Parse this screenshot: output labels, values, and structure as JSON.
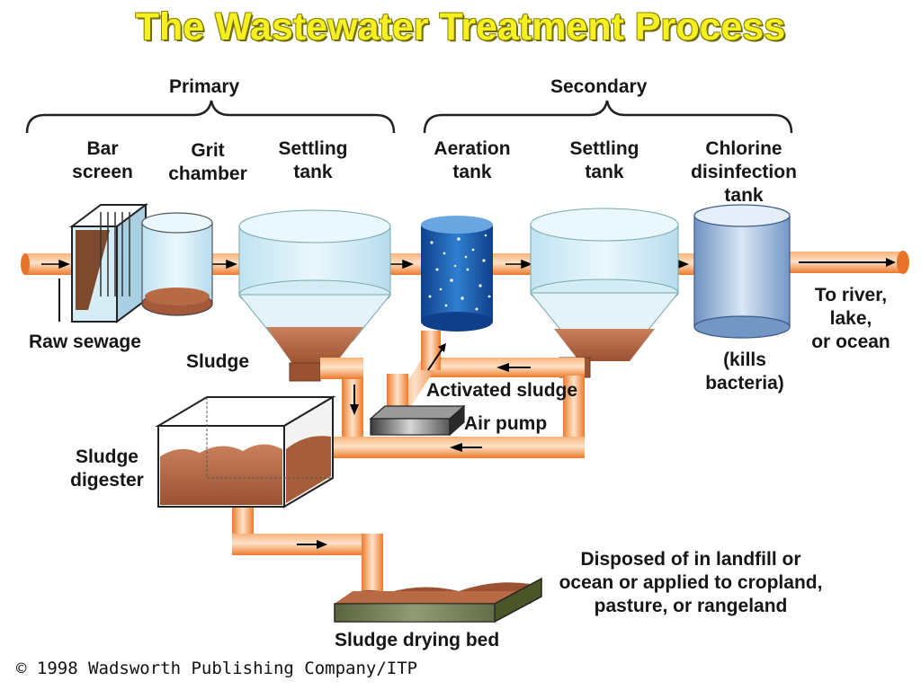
{
  "title": "The Wastewater Treatment Process",
  "groups": {
    "primary": "Primary",
    "secondary": "Secondary"
  },
  "stages": {
    "bar_screen": [
      "Bar",
      "screen"
    ],
    "grit_chamber": [
      "Grit",
      "chamber"
    ],
    "settling_tank_1": [
      "Settling",
      "tank"
    ],
    "aeration_tank": [
      "Aeration",
      "tank"
    ],
    "settling_tank_2": [
      "Settling",
      "tank"
    ],
    "chlorine_tank": [
      "Chlorine",
      "disinfection",
      "tank"
    ]
  },
  "labels": {
    "raw_sewage": "Raw sewage",
    "sludge": "Sludge",
    "activated_sludge": "Activated sludge",
    "air_pump": "Air pump",
    "sludge_digester": [
      "Sludge",
      "digester"
    ],
    "kills_bacteria": [
      "(kills",
      "bacteria)"
    ],
    "outflow": [
      "To river,",
      "lake,",
      "or ocean"
    ],
    "disposal": [
      "Disposed of in landfill or",
      "ocean or applied to cropland,",
      "pasture, or rangeland"
    ],
    "sludge_drying_bed": "Sludge drying bed"
  },
  "copyright": "© 1998 Wadsworth Publishing Company/ITP",
  "colors": {
    "title": "#f7f021",
    "pipe": "#f4893d",
    "sludge": "#b86a45",
    "water": "#cfeaf5",
    "aeration": "#1a5fb0",
    "chlorine": "#8fb2d8"
  }
}
